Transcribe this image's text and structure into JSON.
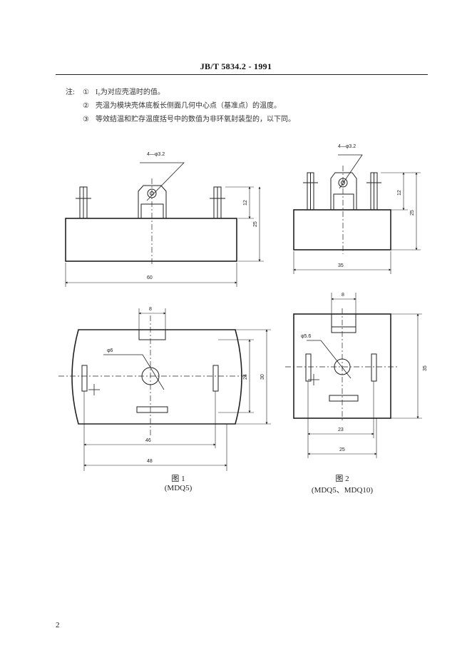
{
  "header": {
    "title": "JB/T  5834.2 - 1991"
  },
  "notes": {
    "prefix": "注:",
    "items": [
      {
        "num": "①",
        "text": "I₀为对应壳温时的值。"
      },
      {
        "num": "②",
        "text": "壳温为模块壳体底板长侧面几何中心点（基准点）的温度。"
      },
      {
        "num": "③",
        "text": "等效结温和贮存温度括号中的数值为非环氧封装型的，以下同。"
      }
    ]
  },
  "figure1": {
    "caption": "图 1",
    "subcaption": "(MDQ5)",
    "front_view": {
      "hole_label": "4—φ3.2",
      "dim_height_terminal": "12",
      "dim_height_total": "25",
      "dim_width": "60"
    },
    "top_view": {
      "dim_slot": "8",
      "hole_label": "φ6",
      "dim_inner_height": "24",
      "dim_outer_height": "30",
      "dim_inner_width": "46",
      "dim_outer_width": "48"
    }
  },
  "figure2": {
    "caption": "图 2",
    "subcaption": "(MDQ5、MDQ10)",
    "front_view": {
      "hole_label": "4—φ3.2",
      "dim_height_terminal": "12",
      "dim_height_total": "25",
      "dim_width": "35"
    },
    "top_view": {
      "dim_slot": "8",
      "hole_label": "φ5.6",
      "dim_height": "35",
      "dim_inner_width": "23",
      "dim_outer_width": "25"
    }
  },
  "page": {
    "number": "2"
  }
}
